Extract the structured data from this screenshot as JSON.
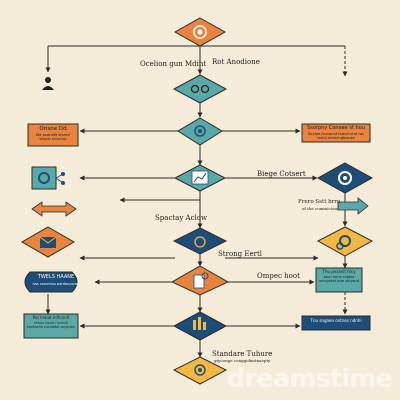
{
  "labels": {
    "top_left": "Ocelion gun Mdint",
    "top_right": "Rot Anodione",
    "mid_right": "Biege Cotsert",
    "right_small": "Frero Sstt brro",
    "right_small_sub": "of the commiction",
    "left_mid": "Spactay Aclow",
    "mid_center": "Strong Eertl",
    "mid_center2": "Ompec hoot",
    "bottom_center": "Standare Tuhure",
    "bottom_center_sub": "gtyconge conggolimtnaepty"
  },
  "boxes": {
    "orange_left_title": "Orisne Dd",
    "orange_left_body": "Ste prstnilltt stomal tenpst shunnse",
    "orange_right_title": "Ssorpny Coneee st hou",
    "orange_right_body": "Bectoe bnrconut tnmelnd ot ros tnmd dndsengtosues",
    "blue_left_title": "TWELS HAANE",
    "blue_left_body": "nas conuntus perdocyunes",
    "teal_left_title": "Pot Indiat inftcnnit",
    "teal_left_body": "tehun tunen Innnet tanhunte cunpetat onytnes",
    "teal_right_title": "Thu pvsanit hicy",
    "teal_right_body": "ssun ntiny sngtos omnyetet tore sntysnd",
    "blue_right_title": "Tnu sngnen ontnes ndnhi",
    "blue_right_body": ""
  },
  "watermark": "dreamstime",
  "colors": {
    "background": "#f4ecd9",
    "orange": "#e8843f",
    "teal": "#5aa9a8",
    "navy": "#1e4d78",
    "yellow": "#f2b844",
    "line": "#2b2b2b"
  }
}
